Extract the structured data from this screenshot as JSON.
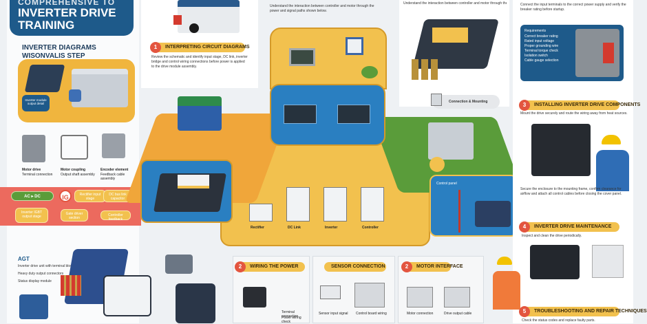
{
  "header": {
    "title_line1": "COMPREHENSIVE TO",
    "title_line2": "INVERTER DRIVE",
    "title_line3": "TRAINING",
    "subtitle_line1": "INVERTER DIAGRAMS",
    "subtitle_line2": "WISONVALIS STEP"
  },
  "left_panel": {
    "callout": "Inverter module output detail",
    "components": [
      {
        "label": "Motor drive",
        "caption": "Terminal connection"
      },
      {
        "label": "Motor coupling",
        "caption": "Output shaft assembly"
      },
      {
        "label": "Encoder element",
        "caption": "Feedback cable assembly"
      }
    ]
  },
  "flow_band": {
    "start_label": "AC ▸ DC",
    "badge": "IG",
    "steps": [
      "Rectifier input stage",
      "DC bus link capacitor",
      "Inverter IGBT output stage",
      "Gate driver section",
      "Controller feedback"
    ]
  },
  "section_1": {
    "number": "1",
    "title": "INTERPRETING CIRCUIT DIAGRAMS",
    "body": "Review the schematic and identify input stage, DC link, inverter bridge and control wiring connections before power is applied to the drive module assembly."
  },
  "center_top_text": "Understand the interaction between controller and motor through the power and signal paths shown below.",
  "center_labels": [
    "Rectifier",
    "DC Link",
    "Inverter",
    "Controller"
  ],
  "mid_label": "Connection & Mounting",
  "control_label": "Control panel",
  "right_top": {
    "intro": "Connect the input terminals to the correct power supply and verify the breaker rating before startup.",
    "box_title": "Requirements",
    "box_items": [
      "Correct breaker rating",
      "Rated input voltage",
      "Proper grounding wire",
      "Terminal torque check",
      "Isolation switch",
      "Cable gauge selection"
    ]
  },
  "section_3": {
    "number": "3",
    "title": "INSTALLING INVERTER DRIVE COMPONENTS",
    "body": "Mount the drive securely and route the wiring away from heat sources.",
    "note": "Secure the enclosure to the mounting frame, confirm clearance for airflow and attach all control cables before closing the cover panel."
  },
  "section_4": {
    "number": "4",
    "title": "INVERTER DRIVE MAINTENANCE",
    "body": "Inspect and clean the drive periodically."
  },
  "section_5": {
    "number": "5",
    "title": "TROUBLESHOOTING AND REPAIR TECHNIQUES",
    "body": "Check the status codes and replace faulty parts."
  },
  "bottom_left": {
    "heading": "AGT",
    "lines": [
      "Inverter drive unit with terminal block",
      "Heavy duty output connectors",
      "Status display module"
    ]
  },
  "bottom_steps": [
    {
      "number": "2",
      "title": "WIRING THE POWER",
      "captions": [
        "Terminal connection",
        "Power wiring check"
      ]
    },
    {
      "number": "",
      "title": "SENSOR CONNECTION",
      "captions": [
        "Sensor input signal",
        "Control board wiring"
      ]
    },
    {
      "number": "2",
      "title": "MOTOR INTERFACE",
      "captions": [
        "Motor connection",
        "Drive output cable"
      ]
    }
  ],
  "colors": {
    "navy": "#1e5a8a",
    "yellow": "#f2c14e",
    "orange": "#f0a63a",
    "blue": "#2a7fc1",
    "green": "#5a9c3a",
    "red": "#e3553f",
    "coral": "#ec6a5e"
  }
}
